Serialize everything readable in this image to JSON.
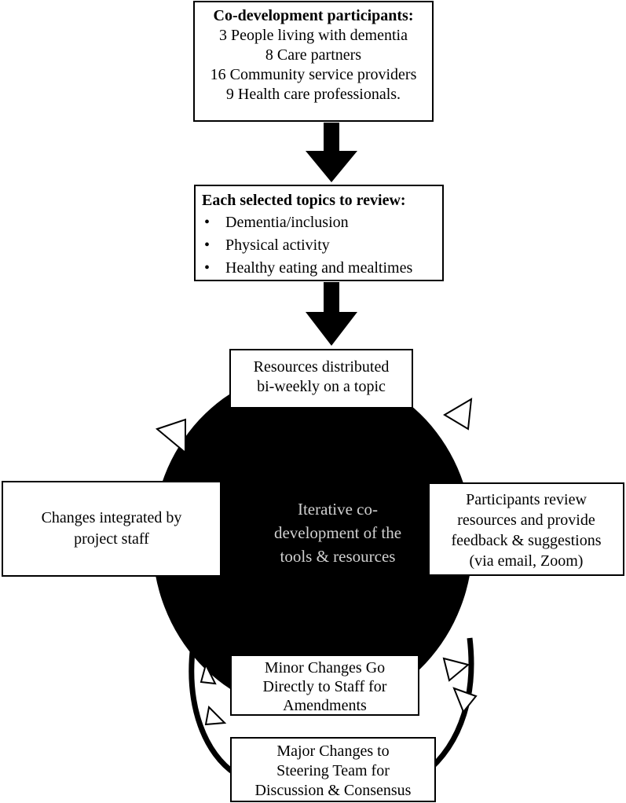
{
  "participants": {
    "title": "Co-development participants:",
    "lines": [
      "3 People living with dementia",
      "8 Care partners",
      "16 Community service providers",
      "9 Health care professionals."
    ]
  },
  "topics": {
    "title": "Each selected topics to review:",
    "bullet": "•",
    "items": [
      "Dementia/inclusion",
      "Physical activity",
      "Healthy eating and mealtimes"
    ]
  },
  "cycle": {
    "center_lines": [
      "Iterative co-",
      "development of the",
      "tools & resources"
    ],
    "resources": [
      "Resources distributed",
      "bi-weekly on a topic"
    ],
    "review": [
      "Participants review",
      "resources and provide",
      "feedback & suggestions",
      "(via email, Zoom)"
    ],
    "changes": [
      "Changes integrated by",
      "project staff"
    ],
    "minor": [
      "Minor Changes Go",
      "Directly to Staff for",
      "Amendments"
    ],
    "major": [
      "Major Changes to",
      "Steering Team for",
      "Discussion & Consensus"
    ]
  },
  "colors": {
    "circle_fill": "#000000",
    "circle_text": "#d0d0d0",
    "arrow_fill": "#000000",
    "arrowhead_fill": "#ffffff"
  }
}
